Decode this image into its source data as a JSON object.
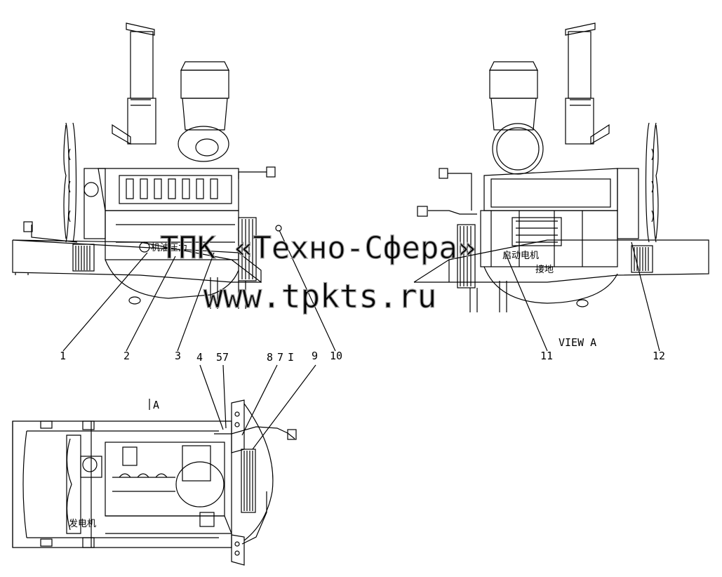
{
  "drawing": {
    "callouts": [
      {
        "id": "1",
        "text": "1"
      },
      {
        "id": "2",
        "text": "2"
      },
      {
        "id": "3",
        "text": "3"
      },
      {
        "id": "4",
        "text": "4"
      },
      {
        "id": "57",
        "text": "57"
      },
      {
        "id": "8",
        "text": "8"
      },
      {
        "id": "7",
        "text": "7"
      },
      {
        "id": "i",
        "text": "I"
      },
      {
        "id": "9",
        "text": "9"
      },
      {
        "id": "10",
        "text": "10"
      },
      {
        "id": "11",
        "text": "11"
      },
      {
        "id": "12",
        "text": "12"
      }
    ],
    "view_label": "VIEW A",
    "section_marker": "A",
    "component_labels": {
      "left_view_label": "机油压力",
      "right_view_label_1": "启动电机",
      "right_view_label_2": "接地",
      "plan_view_label": "发电机"
    },
    "watermark": {
      "line1": "ТПК «Техно-Сфера»",
      "line2": "www.tpkts.ru"
    }
  }
}
